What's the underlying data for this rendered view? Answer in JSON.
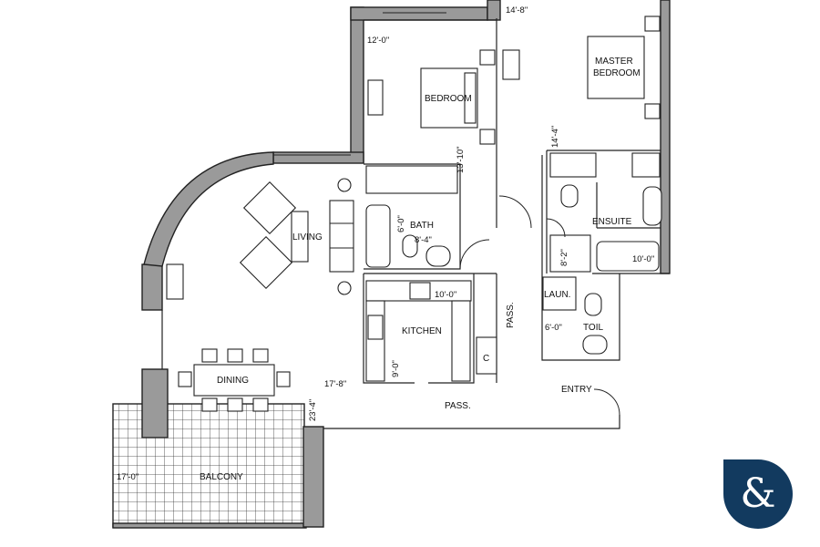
{
  "rooms": {
    "master_bedroom_line1": "MASTER",
    "master_bedroom_line2": "BEDROOM",
    "bedroom": "BEDROOM",
    "living": "LIVING",
    "dining": "DINING",
    "kitchen": "KITCHEN",
    "bath": "BATH",
    "ensuite": "ENSUITE",
    "laundry": "LAUN.",
    "toilet": "TOIL",
    "balcony": "BALCONY",
    "passage_bottom": "PASS.",
    "passage_side": "PASS.",
    "entry": "ENTRY",
    "closet": "C"
  },
  "dimensions": {
    "master_width": "14'-8\"",
    "bedroom_width": "12'-0\"",
    "bedroom_depth": "13'-10\"",
    "master_depth": "14'-4\"",
    "bath_h": "6'-0\"",
    "bath_w": "8'-4\"",
    "kitchen_w": "10'-0\"",
    "kitchen_h": "9'-0\"",
    "living_len": "17'-8\"",
    "living_depth": "23'-4\"",
    "ensuite_bath": "10'-0\"",
    "ensuite_small": "8'-2\"",
    "toilet_w": "6'-0\"",
    "balcony_w": "17'-0\""
  },
  "colors": {
    "logo_bg": "#123a5f",
    "logo_fg": "#ffffff",
    "wall": "#9a9a9a"
  },
  "logo": {
    "text": "&"
  }
}
